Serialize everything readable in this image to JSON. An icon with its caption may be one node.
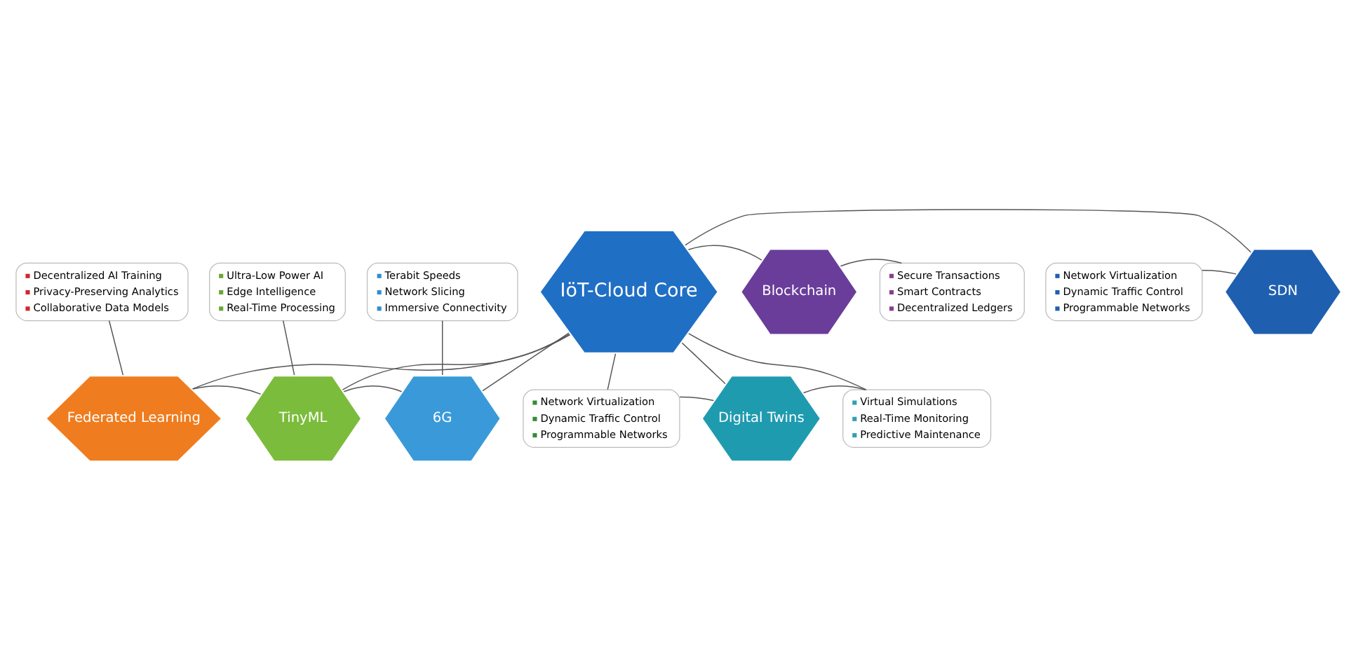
{
  "diagram": {
    "nodes": [
      {
        "text": [
          "IöT-Cloud Core"
        ]
      },
      {
        "text": [
          "Federated Learning"
        ]
      },
      {
        "text": [
          "TinyML"
        ]
      },
      {
        "text": [
          "6G"
        ]
      },
      {
        "text": [
          "SDN"
        ]
      },
      {
        "text": [
          "Blockchain"
        ]
      },
      {
        "text": [
          "Digital Twins"
        ]
      },
      {
        "text": [
          "Decentralized AI Training",
          "Privacy-Preserving Analytics",
          "Collaborative Data Models"
        ]
      },
      {
        "text": [
          "Ultra-Low Power AI",
          "Edge Intelligence",
          "Real-Time Processing"
        ]
      },
      {
        "text": [
          "Terabit Speeds",
          "Network Slicing",
          "Immersive Connectivity"
        ]
      },
      {
        "text": [
          "Network Virtualization",
          "Dynamic Traffic Control",
          "Programmable Networks"
        ]
      },
      {
        "text": [
          "Secure Transactions",
          "Smart Contracts",
          "Decentralized Ledgers"
        ]
      },
      {
        "text": [
          "Network Virtualization",
          "Dynamic Traffic Control",
          "Programmable Networks"
        ]
      },
      {
        "text": [
          "Virtual Simulations",
          "Real-Time Monitoring",
          "Predictive Maintenance"
        ]
      }
    ],
    "edges": [
      {
        "from": 0,
        "to": 1,
        "arrow": "none"
      },
      {
        "from": 0,
        "to": 2,
        "arrow": "none"
      },
      {
        "from": 0,
        "to": 3,
        "arrow": "none"
      },
      {
        "from": 0,
        "to": 4,
        "arrow": "none"
      },
      {
        "from": 0,
        "to": 5,
        "arrow": "none"
      },
      {
        "from": 0,
        "to": 6,
        "arrow": "none"
      },
      {
        "from": 1,
        "to": 2,
        "arrow": "none"
      },
      {
        "from": 2,
        "to": 3,
        "arrow": "none"
      },
      {
        "from": 0,
        "to": 12,
        "arrow": "none"
      },
      {
        "from": 0,
        "to": 13,
        "arrow": "none"
      },
      {
        "from": 7,
        "to": 1,
        "arrow": "none"
      },
      {
        "from": 8,
        "to": 2,
        "arrow": "none"
      },
      {
        "from": 9,
        "to": 3,
        "arrow": "none"
      },
      {
        "from": 10,
        "to": 4,
        "arrow": "none"
      },
      {
        "from": 11,
        "to": 5,
        "arrow": "none"
      },
      {
        "from": 12,
        "to": 6,
        "arrow": "none"
      },
      {
        "from": 13,
        "to": 6,
        "arrow": "none"
      }
    ]
  }
}
